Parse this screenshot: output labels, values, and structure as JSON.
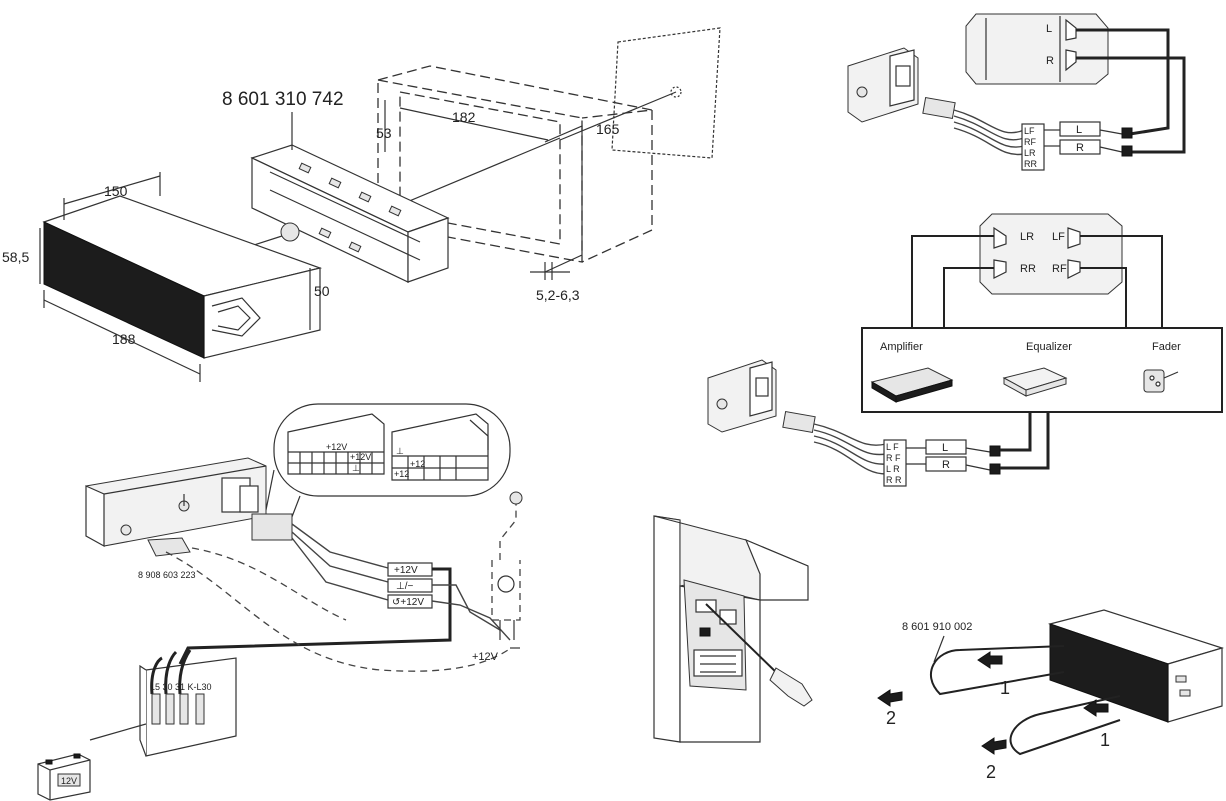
{
  "install": {
    "part_number": "8 601 310 742",
    "dims": {
      "d182": "182",
      "d165": "165",
      "d53": "53",
      "d150": "150",
      "d58": "58,5",
      "d50": "50",
      "d188": "188",
      "d52": "5,2-6,3"
    }
  },
  "power": {
    "adapter_part": "8 908 603 223",
    "wire_plus12": "+12V",
    "wire_ground": "⊥/−",
    "wire_switched": "↺+12V",
    "ignition_label": "+12V",
    "connector_a_labels": [
      "+12V",
      "+12V",
      "⊥"
    ],
    "connector_b_labels": [
      "⊥",
      "+12",
      "+12"
    ],
    "fusebox_label": "15  30  31  K-L30",
    "battery_label": "12V"
  },
  "speaker_direct": {
    "speakers": [
      "L",
      "R"
    ],
    "connector_pins": [
      "LF",
      "RF",
      "LR",
      "RR"
    ],
    "tags": [
      "L",
      "R"
    ]
  },
  "speaker_amp": {
    "speakers": [
      "LR",
      "LF",
      "RR",
      "RF"
    ],
    "components": [
      "Amplifier",
      "Equalizer",
      "Fader"
    ],
    "connector_pins": [
      "L F",
      "R F",
      "L R",
      "R R"
    ],
    "tags": [
      "L",
      "R"
    ]
  },
  "removal": {
    "tool_part": "8 601 910 002",
    "steps": [
      "1",
      "2",
      "1",
      "2"
    ]
  },
  "colors": {
    "line": "#333333",
    "faceplate": "#1c1c1c",
    "background": "#ffffff"
  }
}
